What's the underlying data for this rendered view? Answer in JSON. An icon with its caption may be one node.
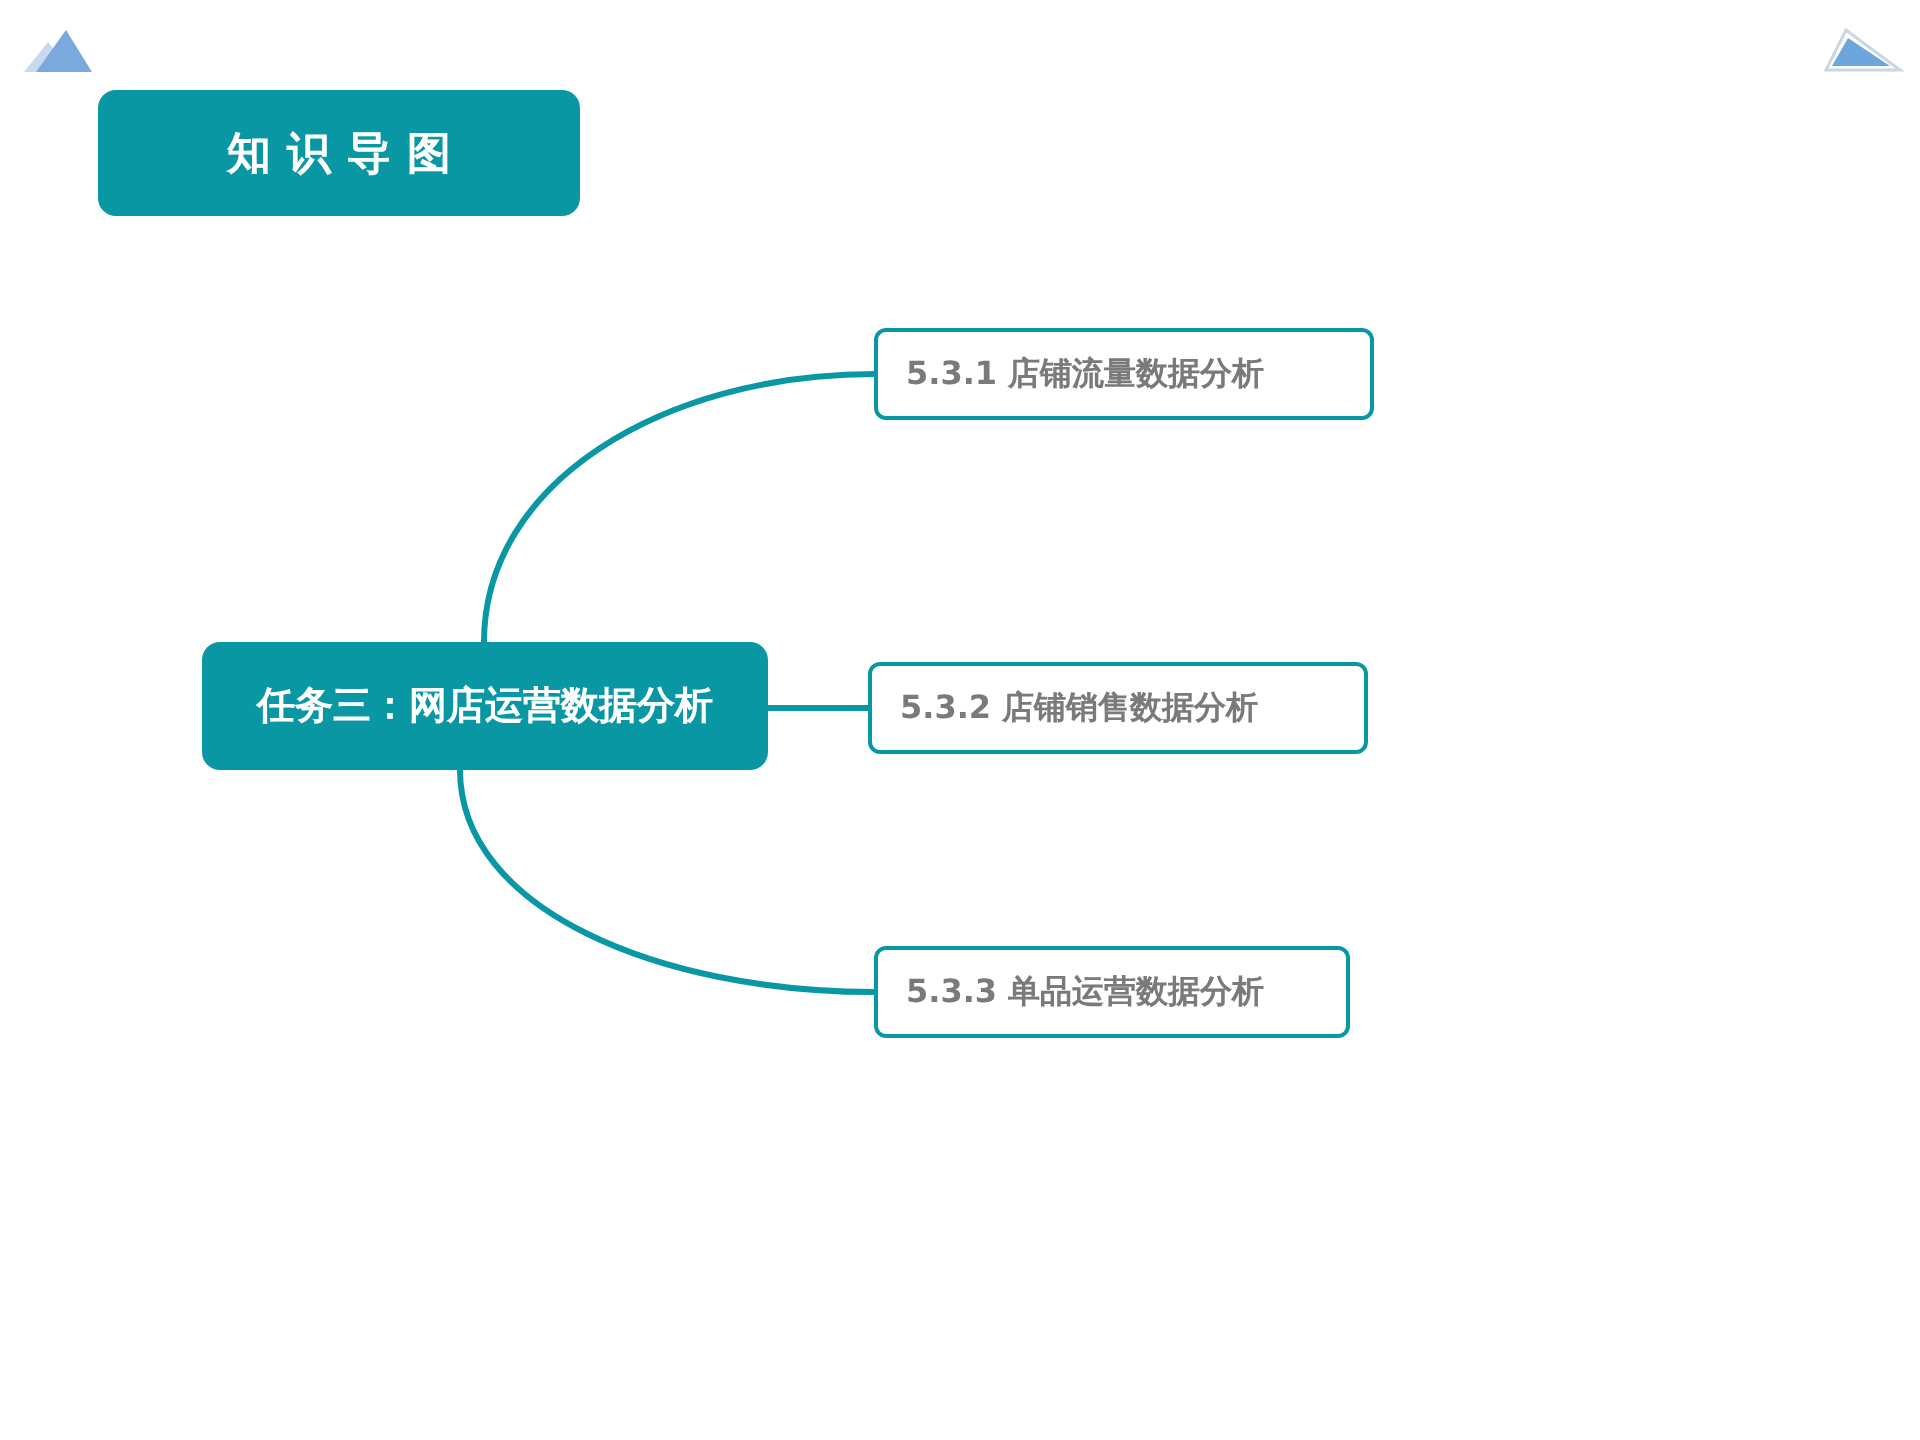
{
  "diagram": {
    "title": "知识导图",
    "nodes": [
      {
        "text": [
          "任务三：网店运营数据分析"
        ]
      },
      {
        "text": [
          "5.3.1 店铺流量数据分析"
        ]
      },
      {
        "text": [
          "5.3.2 店铺销售数据分析"
        ]
      },
      {
        "text": [
          "5.3.3 单品运营数据分析"
        ]
      }
    ],
    "edges": [
      {
        "from": 0,
        "to": 1,
        "arrow": "none"
      },
      {
        "from": 0,
        "to": 2,
        "arrow": "none"
      },
      {
        "from": 0,
        "to": 3,
        "arrow": "none"
      }
    ]
  }
}
